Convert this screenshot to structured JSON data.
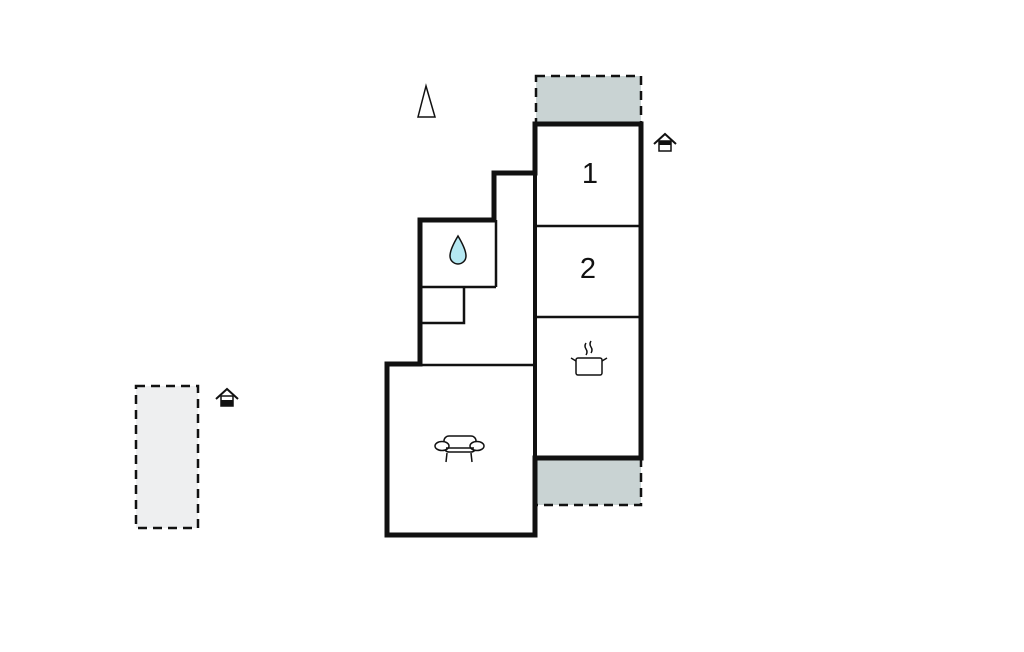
{
  "rooms": [
    {
      "label": "1",
      "type": "bedroom"
    },
    {
      "label": "2",
      "type": "bedroom"
    }
  ],
  "icons": [
    "north-arrow-icon",
    "entrance-icon",
    "water-drop-icon",
    "cooking-pot-icon",
    "sofa-icon"
  ],
  "colors": {
    "wall": "#111111",
    "terrace": "#c9d3d3",
    "parking": "#eeeff0",
    "water": "#b5e8f2"
  }
}
